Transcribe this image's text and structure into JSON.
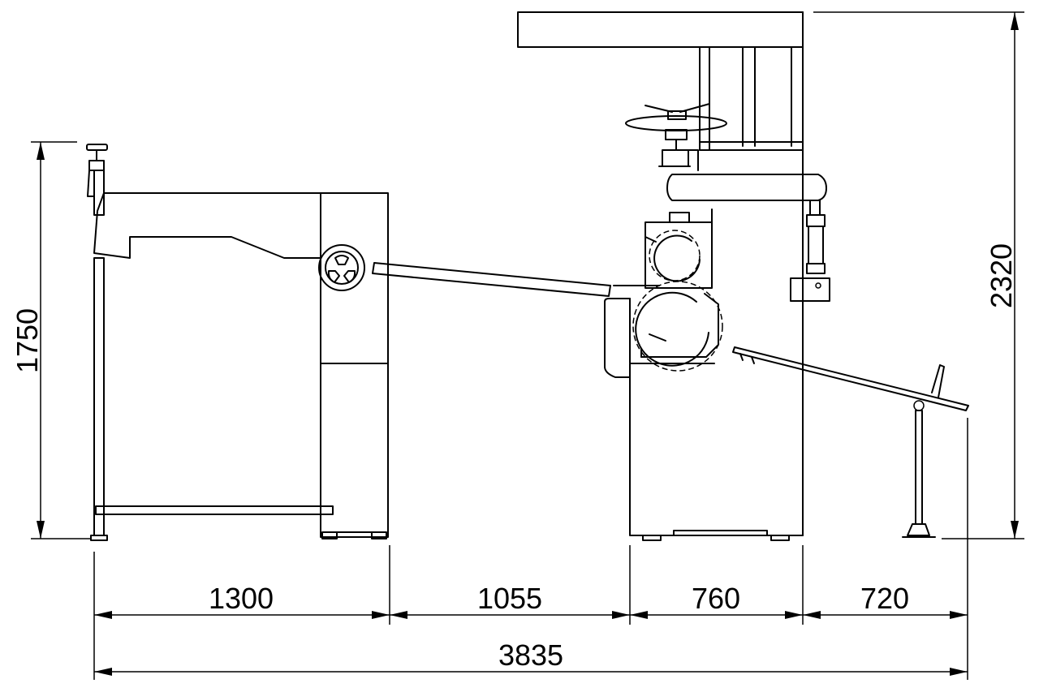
{
  "diagram": {
    "dimensions": {
      "overall_height_left": "1750",
      "overall_height_right": "2320",
      "segment_1": "1300",
      "segment_2": "1055",
      "segment_3": "760",
      "segment_4": "720",
      "total_length": "3835"
    }
  }
}
